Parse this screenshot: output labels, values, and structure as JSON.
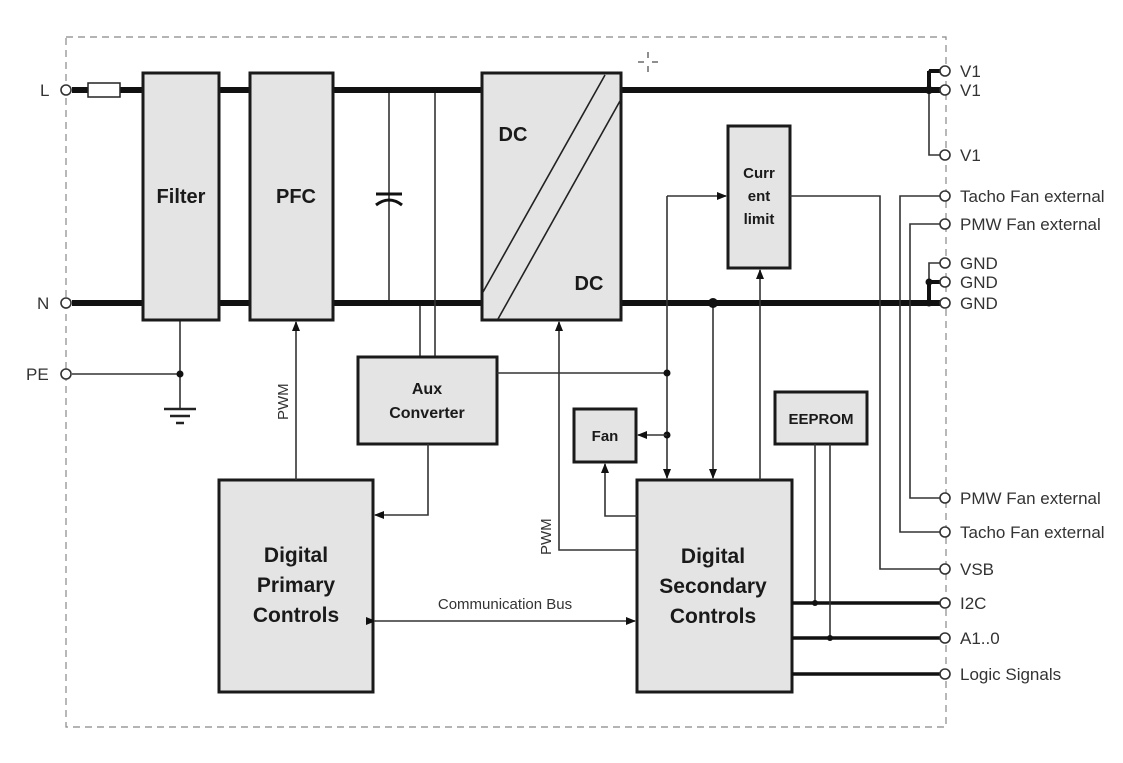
{
  "blocks": {
    "filter": "Filter",
    "pfc": "PFC",
    "dcdc_top": "DC",
    "dcdc_bottom": "DC",
    "current_limit": [
      "Curr",
      "ent",
      "limit"
    ],
    "aux_converter": [
      "Aux",
      "Converter"
    ],
    "fan": "Fan",
    "eeprom": "EEPROM",
    "digital_primary": [
      "Digital",
      "Primary",
      "Controls"
    ],
    "digital_secondary": [
      "Digital",
      "Secondary",
      "Controls"
    ]
  },
  "inputs": {
    "line": "L",
    "neutral": "N",
    "protective_earth": "PE"
  },
  "signals": {
    "pwm_primary": "PWM",
    "pwm_secondary": "PWM",
    "communication_bus": "Communication Bus"
  },
  "outputs": [
    "V1",
    "V1",
    "V1",
    "Tacho Fan external",
    "PMW Fan external",
    "GND",
    "GND",
    "GND",
    "PMW Fan external",
    "Tacho Fan external",
    "VSB",
    "I2C",
    "A1..0",
    "Logic Signals"
  ]
}
